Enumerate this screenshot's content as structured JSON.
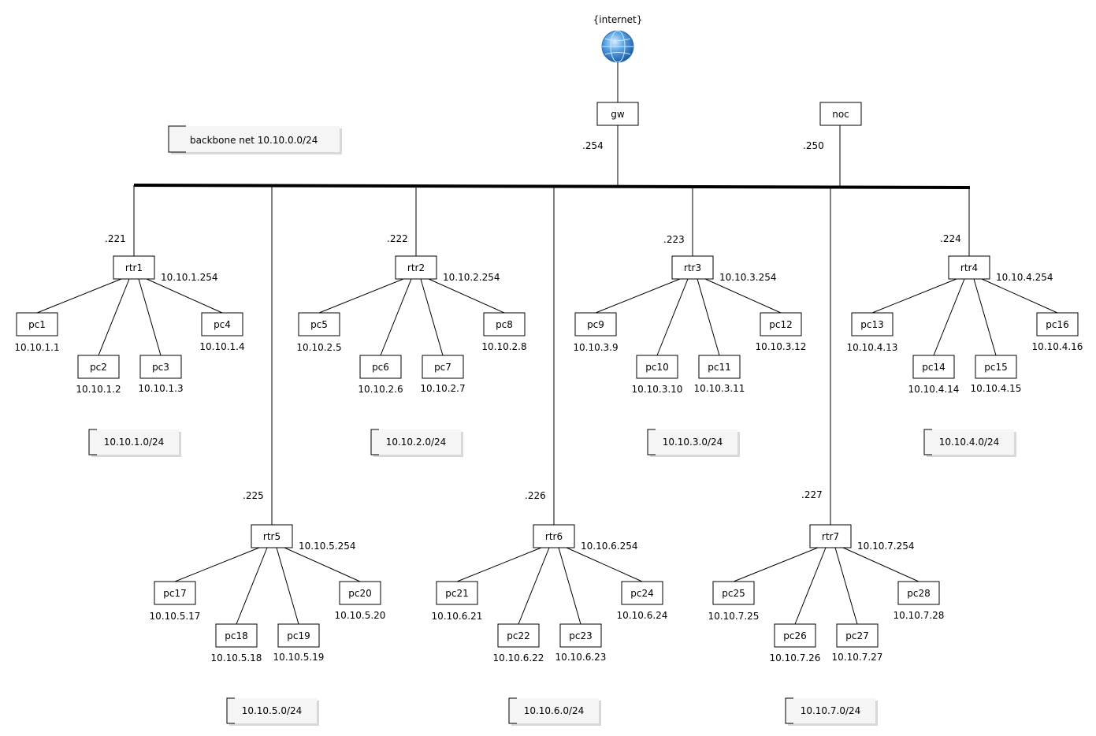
{
  "internet": {
    "label": "{internet}",
    "icon": "globe-icon"
  },
  "gw": {
    "label": "gw",
    "addr": ".254"
  },
  "noc": {
    "label": "noc",
    "addr": ".250"
  },
  "backbone": {
    "label": "backbone net 10.10.0.0/24"
  },
  "routers": [
    {
      "name": "rtr1",
      "bb_addr": ".221",
      "lan_addr": "10.10.1.254",
      "net": "10.10.1.0/24",
      "pcs": [
        {
          "name": "pc1",
          "addr": "10.10.1.1"
        },
        {
          "name": "pc2",
          "addr": "10.10.1.2"
        },
        {
          "name": "pc3",
          "addr": "10.10.1.3"
        },
        {
          "name": "pc4",
          "addr": "10.10.1.4"
        }
      ]
    },
    {
      "name": "rtr2",
      "bb_addr": ".222",
      "lan_addr": "10.10.2.254",
      "net": "10.10.2.0/24",
      "pcs": [
        {
          "name": "pc5",
          "addr": "10.10.2.5"
        },
        {
          "name": "pc6",
          "addr": "10.10.2.6"
        },
        {
          "name": "pc7",
          "addr": "10.10.2.7"
        },
        {
          "name": "pc8",
          "addr": "10.10.2.8"
        }
      ]
    },
    {
      "name": "rtr3",
      "bb_addr": ".223",
      "lan_addr": "10.10.3.254",
      "net": "10.10.3.0/24",
      "pcs": [
        {
          "name": "pc9",
          "addr": "10.10.3.9"
        },
        {
          "name": "pc10",
          "addr": "10.10.3.10"
        },
        {
          "name": "pc11",
          "addr": "10.10.3.11"
        },
        {
          "name": "pc12",
          "addr": "10.10.3.12"
        }
      ]
    },
    {
      "name": "rtr4",
      "bb_addr": ".224",
      "lan_addr": "10.10.4.254",
      "net": "10.10.4.0/24",
      "pcs": [
        {
          "name": "pc13",
          "addr": "10.10.4.13"
        },
        {
          "name": "pc14",
          "addr": "10.10.4.14"
        },
        {
          "name": "pc15",
          "addr": "10.10.4.15"
        },
        {
          "name": "pc16",
          "addr": "10.10.4.16"
        }
      ]
    },
    {
      "name": "rtr5",
      "bb_addr": ".225",
      "lan_addr": "10.10.5.254",
      "net": "10.10.5.0/24",
      "pcs": [
        {
          "name": "pc17",
          "addr": "10.10.5.17"
        },
        {
          "name": "pc18",
          "addr": "10.10.5.18"
        },
        {
          "name": "pc19",
          "addr": "10.10.5.19"
        },
        {
          "name": "pc20",
          "addr": "10.10.5.20"
        }
      ]
    },
    {
      "name": "rtr6",
      "bb_addr": ".226",
      "lan_addr": "10.10.6.254",
      "net": "10.10.6.0/24",
      "pcs": [
        {
          "name": "pc21",
          "addr": "10.10.6.21"
        },
        {
          "name": "pc22",
          "addr": "10.10.6.22"
        },
        {
          "name": "pc23",
          "addr": "10.10.6.23"
        },
        {
          "name": "pc24",
          "addr": "10.10.6.24"
        }
      ]
    },
    {
      "name": "rtr7",
      "bb_addr": ".227",
      "lan_addr": "10.10.7.254",
      "net": "10.10.7.0/24",
      "pcs": [
        {
          "name": "pc25",
          "addr": "10.10.7.25"
        },
        {
          "name": "pc26",
          "addr": "10.10.7.26"
        },
        {
          "name": "pc27",
          "addr": "10.10.7.27"
        },
        {
          "name": "pc28",
          "addr": "10.10.7.28"
        }
      ]
    }
  ]
}
